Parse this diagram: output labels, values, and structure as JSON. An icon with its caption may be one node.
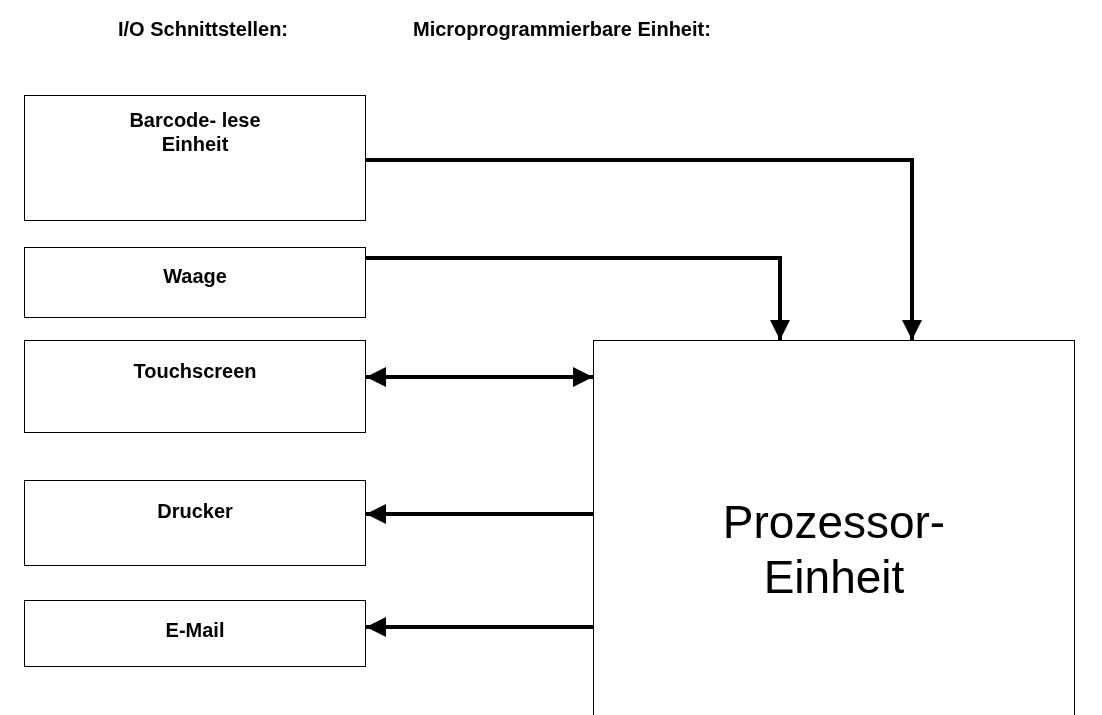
{
  "diagram": {
    "nodes": [
      {
        "text": [
          "Barcode- lese Einheit"
        ]
      },
      {
        "text": [
          "Waage"
        ]
      },
      {
        "text": [
          "Touchscreen"
        ]
      },
      {
        "text": [
          "Drucker"
        ]
      },
      {
        "text": [
          "E-Mail"
        ]
      },
      {
        "text": [
          "Prozessor- Einheit"
        ]
      }
    ],
    "edges": [
      {
        "from": 0,
        "to": 5,
        "arrow": "to"
      },
      {
        "from": 1,
        "to": 5,
        "arrow": "to"
      },
      {
        "from": 2,
        "to": 5,
        "arrow": "both"
      },
      {
        "from": 5,
        "to": 3,
        "arrow": "to"
      },
      {
        "from": 5,
        "to": 4,
        "arrow": "to"
      }
    ],
    "labels": [
      "I/O Schnittstellen:",
      "Microprogrammierbare Einheit:"
    ]
  }
}
